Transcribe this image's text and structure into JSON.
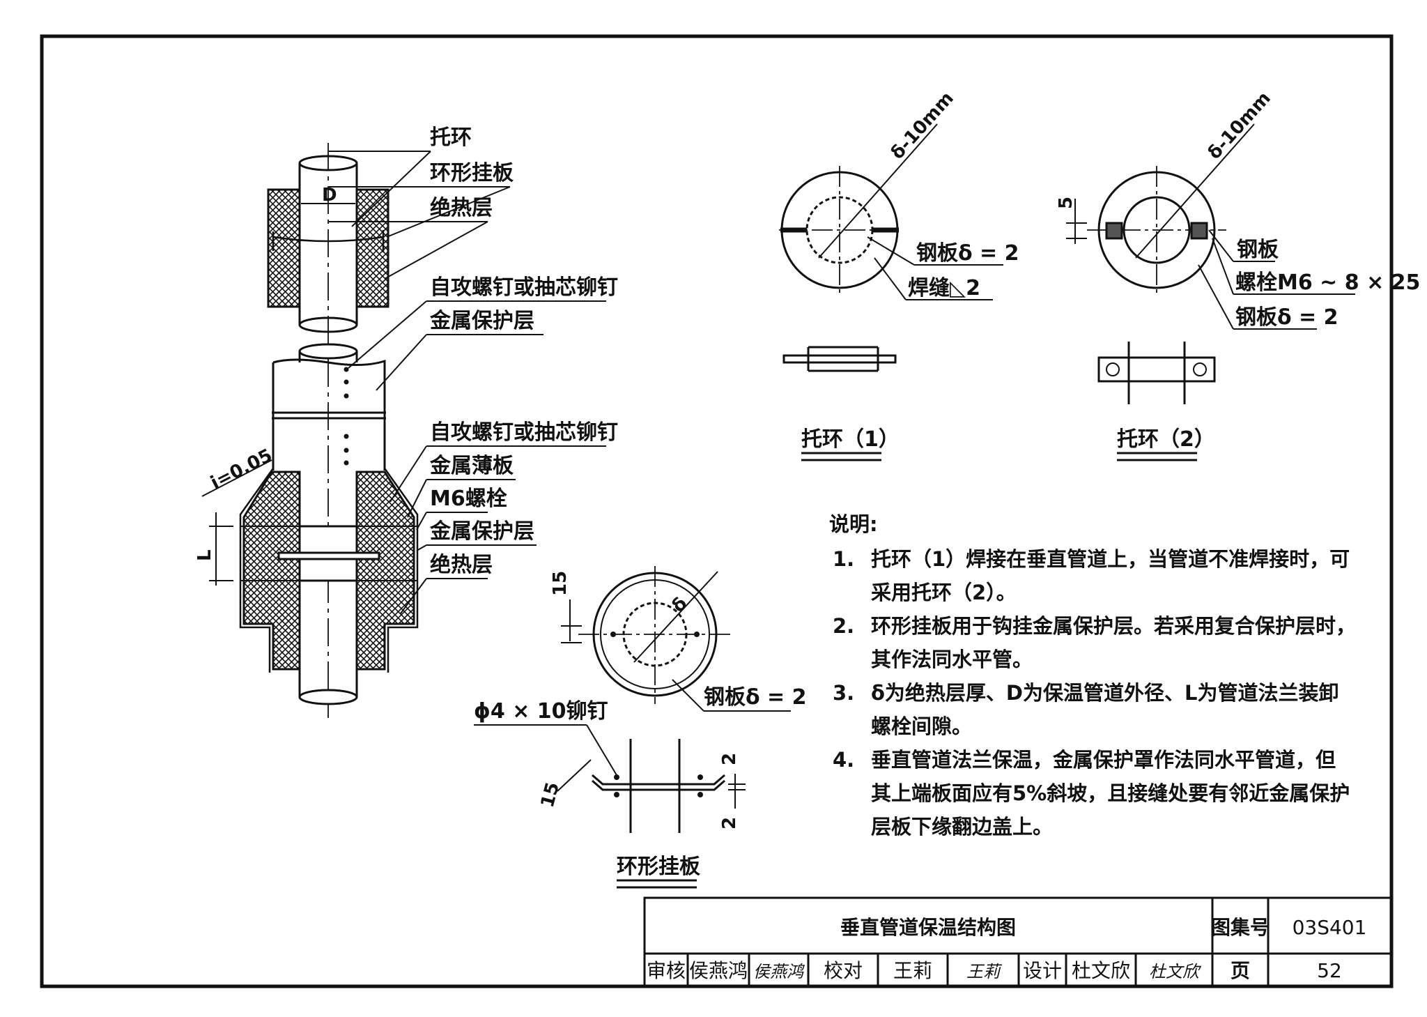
{
  "labels": {
    "tuohuan": "托环",
    "huanxing_guaban": "环形挂板",
    "juereceng_top": "绝热层",
    "luoding1": "自攻螺钉或抽芯铆钉",
    "jinshu_baohu1": "金属保护层",
    "luoding2": "自攻螺钉或抽芯铆钉",
    "jinshu_baoban": "金属薄板",
    "m6": "M6螺栓",
    "jinshu_baohu2": "金属保护层",
    "juereceng_bottom": "绝热层",
    "slope": "i=0.05",
    "dim_D": "D",
    "dim_L": "L",
    "dim_delta": "δ",
    "dim_15": "15",
    "dim_2": "2",
    "dim_5": "5",
    "delta10_1": "δ-10mm",
    "delta10_2": "δ-10mm",
    "gangban2_a": "钢板δ = 2",
    "hanfeng": "焊缝◺2",
    "gangban_b": "钢板",
    "luoshuan": "螺栓M6 ~ 8 × 25",
    "gangban2_c": "钢板δ = 2",
    "gangban2_d": "钢板δ = 2",
    "maoding": "ϕ4 × 10铆钉"
  },
  "captions": {
    "tuohuan1": "托环（1）",
    "tuohuan2": "托环（2）",
    "guaban": "环形挂板"
  },
  "notes": {
    "heading": "说明:",
    "items": [
      {
        "num": "1.",
        "lines": [
          "托环（1）焊接在垂直管道上，当管道不准焊接时，可",
          "采用托环（2）。"
        ]
      },
      {
        "num": "2.",
        "lines": [
          "环形挂板用于钩挂金属保护层。若采用复合保护层时，",
          "其作法同水平管。"
        ]
      },
      {
        "num": "3.",
        "lines": [
          "δ为绝热层厚、D为保温管道外径、L为管道法兰装卸",
          "螺栓间隙。"
        ]
      },
      {
        "num": "4.",
        "lines": [
          "垂直管道法兰保温，金属保护罩作法同水平管道，但",
          "其上端板面应有5%斜坡，且接缝处要有邻近金属保护",
          "层板下缘翻边盖上。"
        ]
      }
    ]
  },
  "title_block": {
    "title": "垂直管道保温结构图",
    "atlas_label": "图集号",
    "atlas_value": "03S401",
    "review_label": "审核",
    "reviewer": "侯燕鸿",
    "reviewer_sig": "侯燕鸿",
    "check_label": "校对",
    "checker": "王莉",
    "checker_sig": "王莉",
    "design_label": "设计",
    "designer": "杜文欣",
    "designer_sig": "杜文欣",
    "page_label": "页",
    "page_value": "52"
  }
}
